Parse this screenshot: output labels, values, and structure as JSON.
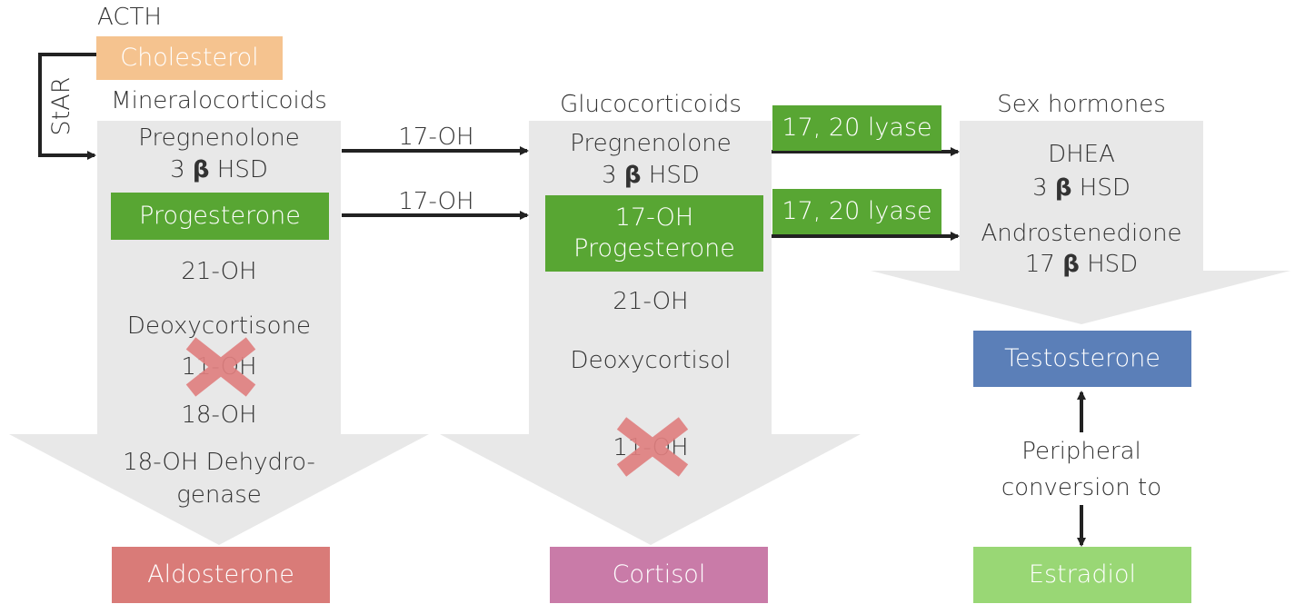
{
  "colors": {
    "panel": "#e8e8e8",
    "green": "#58a633",
    "cholesterol": "#f5c38f",
    "aldosterone": "#d97b78",
    "cortisol": "#c97ba8",
    "testosterone": "#5b7fb8",
    "estradiol": "#99d775",
    "cross": "#e08080",
    "arrow": "#222222"
  },
  "acth": "ACTH",
  "cholesterol": "Cholesterol",
  "star": "StAR",
  "mineral": {
    "title": "Mineralocorticoids",
    "pregnenolone": "Pregnenolone",
    "hsd_prefix": "3 ",
    "beta": "β",
    "hsd_suffix": " HSD",
    "progesterone": "Progesterone",
    "oh21": "21-OH",
    "deoxycortisone": "Deoxycortisone",
    "oh11": "11-OH",
    "oh18": "18-OH",
    "dehydro_1": "18-OH Dehydro-",
    "dehydro_2": "genase",
    "product": "Aldosterone"
  },
  "arrows": {
    "oh17_a": "17-OH",
    "oh17_b": "17-OH",
    "lyase_a": "17, 20 lyase",
    "lyase_b": "17, 20 lyase"
  },
  "gluco": {
    "title": "Glucocorticoids",
    "pregnenolone": "Pregnenolone",
    "hsd_prefix": "3 ",
    "beta": "β",
    "hsd_suffix": " HSD",
    "ohprog_1": "17-OH",
    "ohprog_2": "Progesterone",
    "oh21": "21-OH",
    "deoxycortisol": "Deoxycortisol",
    "oh11": "11-OH",
    "product": "Cortisol"
  },
  "sex": {
    "title": "Sex hormones",
    "dhea": "DHEA",
    "hsd3_prefix": "3 ",
    "beta": "β",
    "hsd3_suffix": " HSD",
    "androstenedione": "Androstenedione",
    "hsd17_prefix": "17 ",
    "hsd17_suffix": " HSD",
    "testosterone": "Testosterone",
    "peripheral_1": "Peripheral",
    "peripheral_2": "conversion to",
    "estradiol": "Estradiol"
  }
}
